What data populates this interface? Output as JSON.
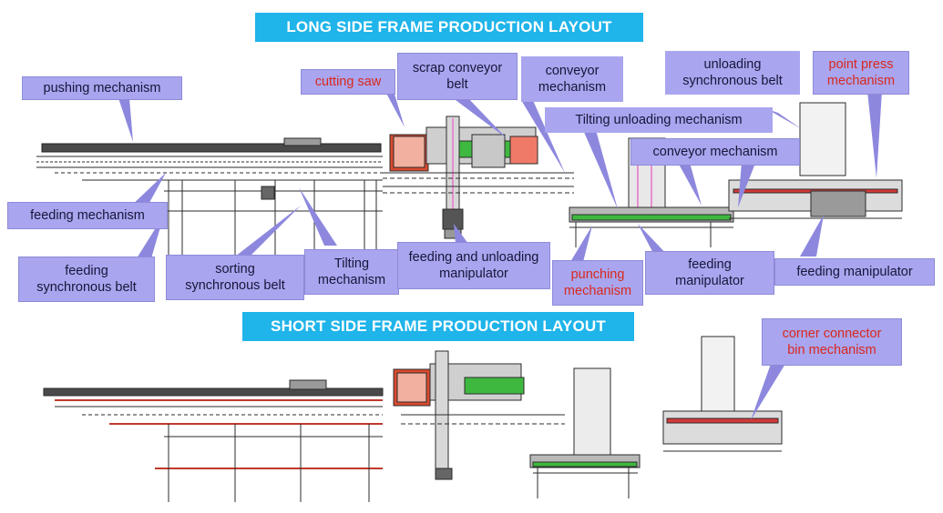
{
  "titles": {
    "long": "LONG SIDE FRAME PRODUCTION LAYOUT",
    "short": "SHORT SIDE FRAME PRODUCTION LAYOUT"
  },
  "labels": {
    "pushing_mechanism": "pushing mechanism",
    "cutting_saw": "cutting saw",
    "scrap_conveyor_belt": "scrap conveyor\nbelt",
    "conveyor_mechanism_top": "conveyor\nmechanism",
    "unloading_synchronous_belt": "unloading\nsynchronous belt",
    "point_press_mechanism": "point press\nmechanism",
    "tilting_unloading_mechanism": "Tilting unloading mechanism",
    "conveyor_mechanism_right": "conveyor mechanism",
    "feeding_mechanism": "feeding mechanism",
    "feeding_synchronous_belt": "feeding\nsynchronous belt",
    "sorting_synchronous_belt": "sorting\nsynchronous belt",
    "tilting_mechanism": "Tilting\nmechanism",
    "feeding_unloading_manipulator": "feeding and unloading\nmanipulator",
    "punching_mechanism": "punching\nmechanism",
    "feeding_manipulator_center": "feeding\nmanipulator",
    "feeding_manipulator_right": "feeding manipulator",
    "corner_connector_bin": "corner connector\nbin mechanism"
  },
  "colors": {
    "banner": "#1fb4ea",
    "label_bg": "#a9a6ef",
    "callout": "#8d88de",
    "highlight_text": "#d9281e",
    "machine_line": "#2b2b2b",
    "machine_green": "#3fb83f",
    "machine_red": "#d23a3a",
    "machine_pink": "#e58fd0"
  }
}
